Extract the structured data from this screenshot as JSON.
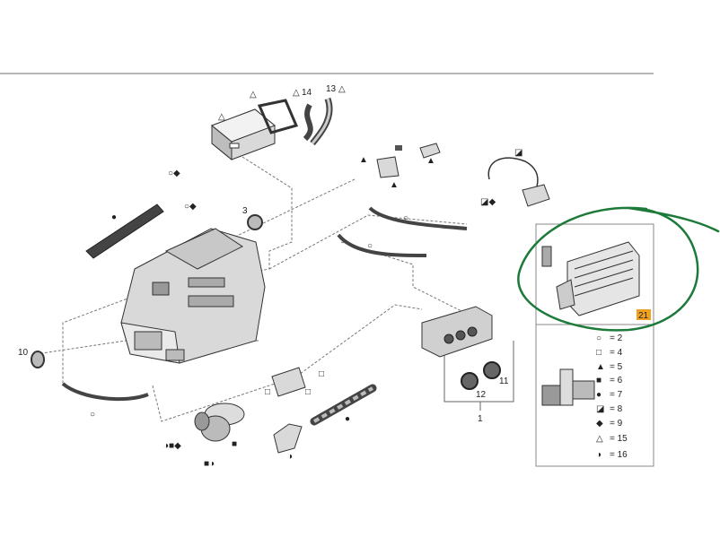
{
  "labels": {
    "p1": "1",
    "p3": "3",
    "p10": "10",
    "p11": "11",
    "p12": "12",
    "p13": "13",
    "p14": "14",
    "p21": "21"
  },
  "legend": [
    {
      "symbol": "○",
      "value": "= 2"
    },
    {
      "symbol": "□",
      "value": "= 4"
    },
    {
      "symbol": "▲",
      "value": "= 5"
    },
    {
      "symbol": "■",
      "value": "= 6"
    },
    {
      "symbol": "●",
      "value": "= 7"
    },
    {
      "symbol": "◪",
      "value": "= 8"
    },
    {
      "symbol": "◆",
      "value": "= 9"
    },
    {
      "symbol": "△",
      "value": "= 15"
    },
    {
      "symbol": "◑",
      "value": "= 16"
    }
  ],
  "colors": {
    "highlight_circle": "#1e7a3a",
    "badge": "#f0a020"
  }
}
